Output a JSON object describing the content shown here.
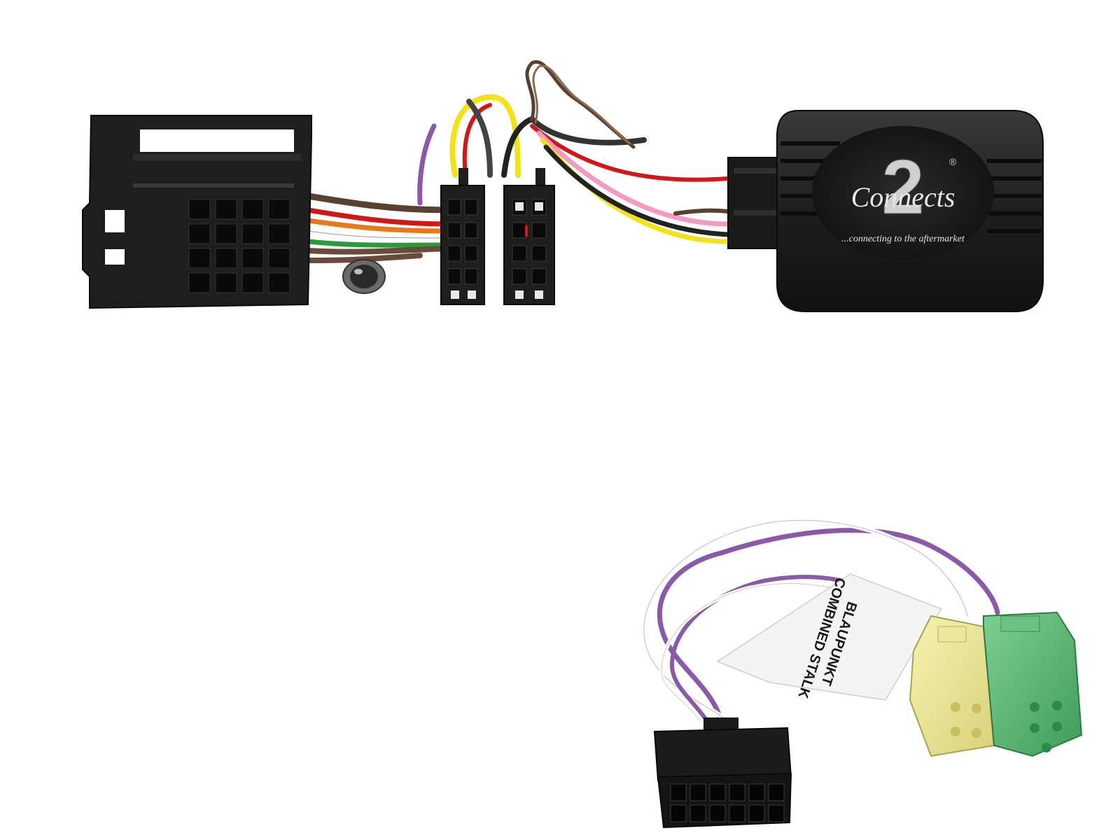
{
  "module": {
    "brand_mark": "2",
    "brand_word": "Connects",
    "registered": "®",
    "tagline": "...connecting to the aftermarket"
  },
  "lead_label": {
    "line1": "BLAUPUNKT",
    "line2": "COMBINED STALK"
  },
  "colors": {
    "background": "#ffffff",
    "housing": "#1c1c1c",
    "yellow_connector": "#f0ec9c",
    "green_connector": "#5fb878",
    "wire_purple": "#8a5aa8",
    "wire_red": "#d01818",
    "wire_yellow": "#f2e21a",
    "wire_pink": "#f29ac2",
    "wire_brown": "#5a4030"
  }
}
